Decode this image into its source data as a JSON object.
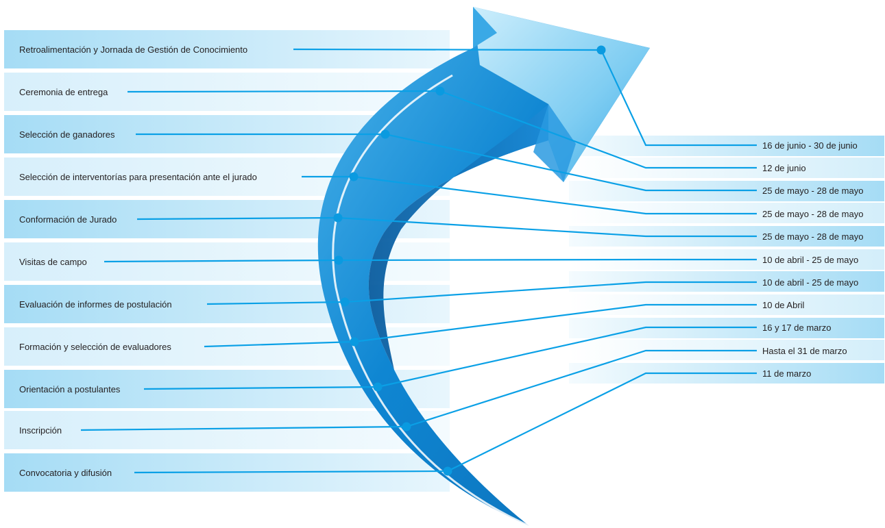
{
  "stages": [
    {
      "label": "Retroalimentación y Jornada de Gestión de Conocimiento",
      "date": "16 de junio - 30 de junio"
    },
    {
      "label": "Ceremonia de entrega",
      "date": "12 de junio"
    },
    {
      "label": "Selección de ganadores",
      "date": "25 de mayo - 28 de mayo"
    },
    {
      "label": "Selección de interventorías para presentación ante el jurado",
      "date": "25 de mayo - 28 de mayo"
    },
    {
      "label": "Conformación de Jurado",
      "date": "25 de mayo - 28 de mayo"
    },
    {
      "label": "Visitas de campo",
      "date": "10 de abril - 25 de mayo"
    },
    {
      "label": "Evaluación de informes de postulación",
      "date": "10 de abril - 25 de mayo"
    },
    {
      "label": "Formación y selección de evaluadores",
      "date": "10 de Abril"
    },
    {
      "label": "Orientación a postulantes",
      "date": "16 y 17 de marzo"
    },
    {
      "label": "Inscripción",
      "date": "Hasta el 31 de marzo"
    },
    {
      "label": "Convocatoria y difusión",
      "date": "11 de marzo"
    }
  ],
  "colors": {
    "line": "#0aa0e6",
    "dot": "#0a9ae0",
    "arrow_main": "#1a8fd8",
    "arrow_light": "#8fd3f4",
    "band_dark": "#a5dcf5",
    "band_light": "#e6f5fc",
    "text": "#231f20"
  },
  "icons": {
    "arrow": "curved-up-arrow-icon",
    "marker": "timeline-dot-icon"
  }
}
